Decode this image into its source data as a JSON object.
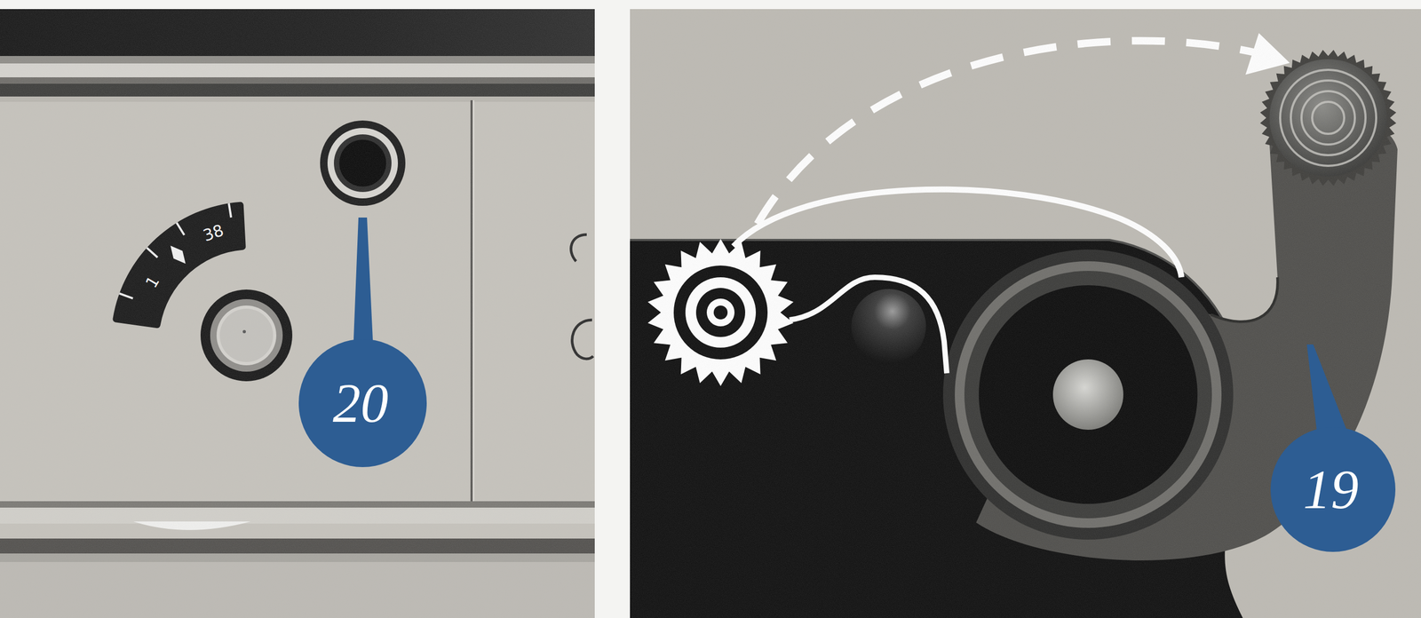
{
  "diagram": {
    "labels": [
      "38",
      "1",
      "20",
      "19"
    ]
  }
}
